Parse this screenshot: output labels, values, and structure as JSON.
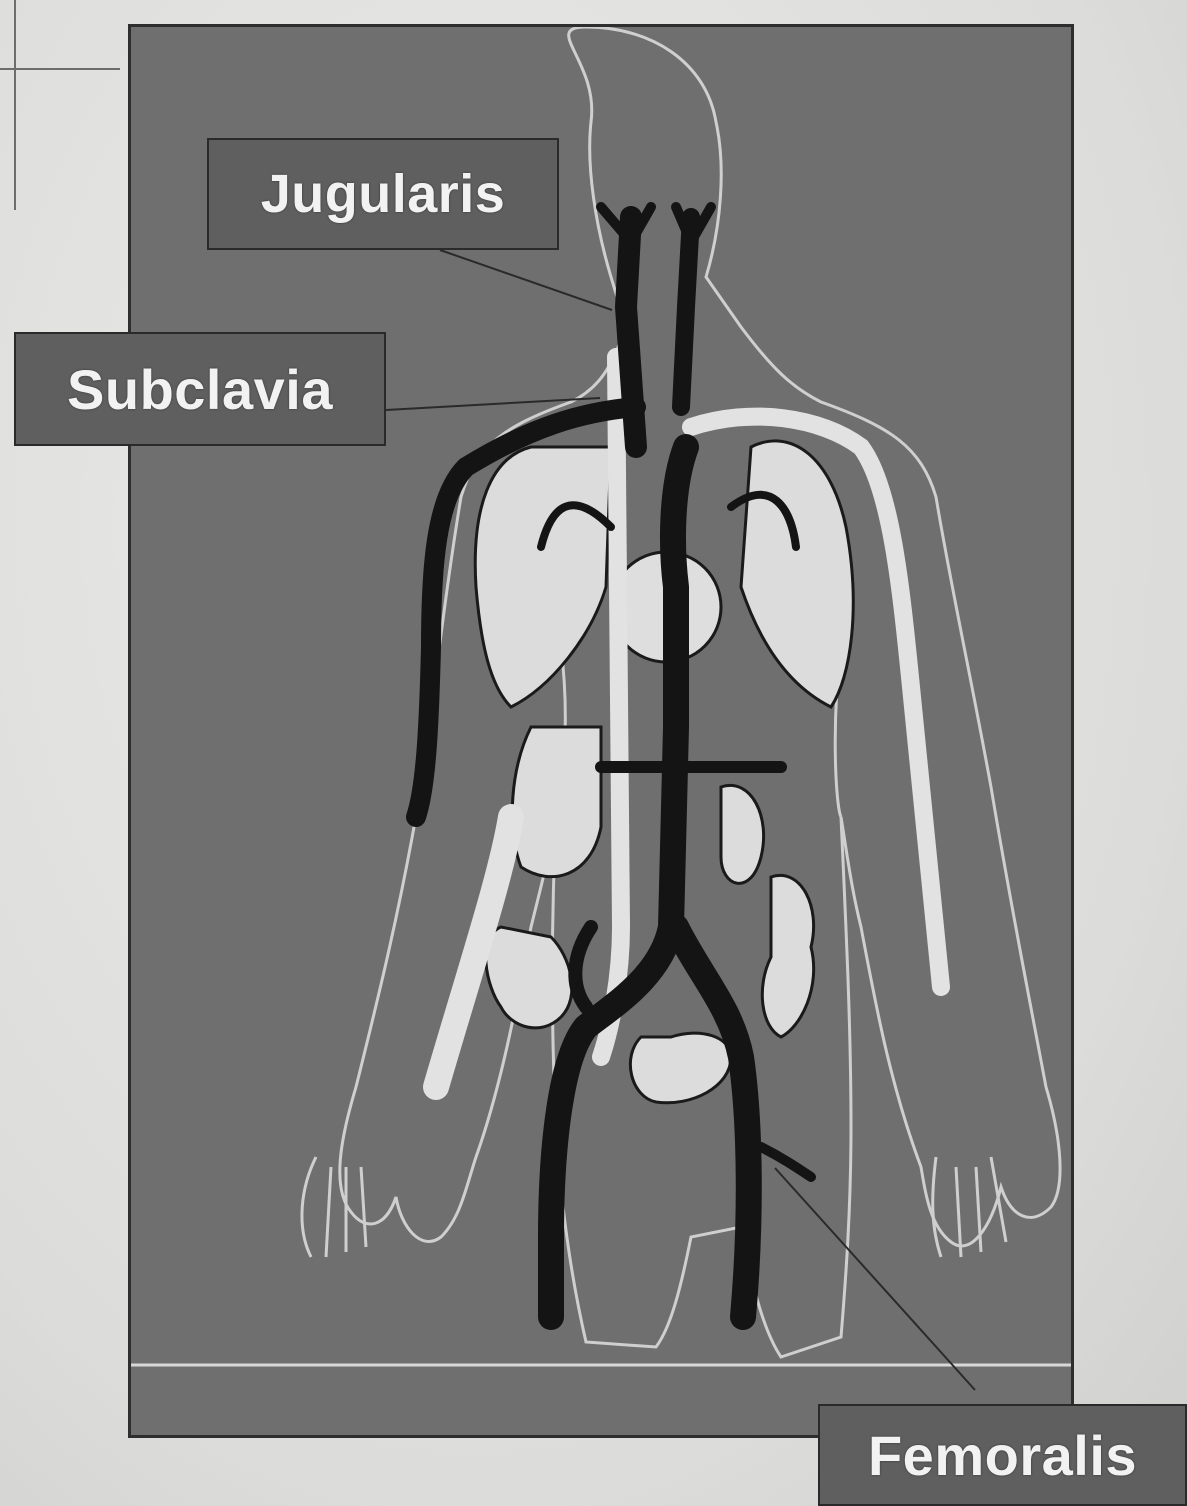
{
  "labels": {
    "jugularis": "Jugularis",
    "subclavia": "Subclavia",
    "femoralis": "Femoralis"
  },
  "colors": {
    "panel": "#6f6f6f",
    "vein_dark": "#141414",
    "vessel_light": "#dedede",
    "outline": "#c9c9c9",
    "label_bg": "#5f5f5f",
    "label_text": "#f2f2f2",
    "page": "#e4e4e2"
  }
}
